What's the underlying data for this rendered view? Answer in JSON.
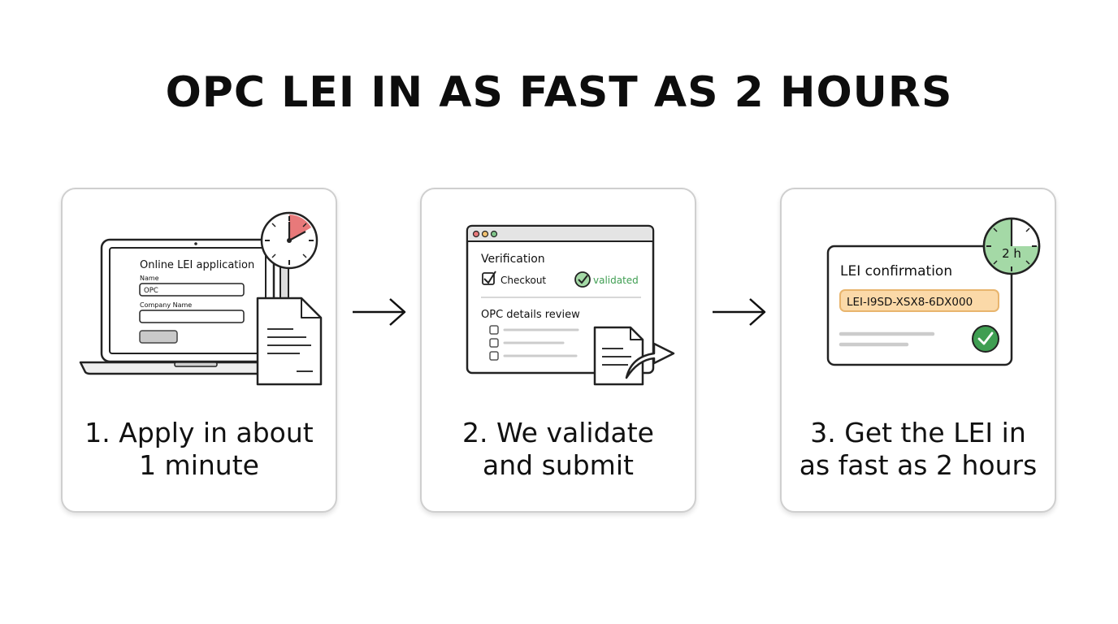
{
  "title": "OPC LEI IN AS FAST AS 2 HOURS",
  "colors": {
    "accent_red": "#e8797a",
    "accent_green": "#3f9e52",
    "light_green": "#a4d9a6",
    "lei_highlight": "#fbd9a8",
    "lei_border": "#e8b56e",
    "border_gray": "#cfcfcf"
  },
  "steps": [
    {
      "caption_line1": "1. Apply in about",
      "caption_line2": "1 minute",
      "form": {
        "title": "Online LEI application",
        "name_label": "Name",
        "name_value": "OPC",
        "company_label": "Company Name",
        "company_value": ""
      },
      "icons": [
        "laptop-icon",
        "stopwatch-icon",
        "document-icon"
      ]
    },
    {
      "caption_line1": "2. We validate",
      "caption_line2": "and submit",
      "window": {
        "heading": "Verification",
        "checkout_label": "Checkout",
        "validated_label": "validated",
        "review_heading": "OPC details review"
      },
      "icons": [
        "browser-window-icon",
        "checkbox-icon",
        "check-circle-icon",
        "document-icon",
        "forward-arrow-icon"
      ]
    },
    {
      "caption_line1": "3. Get the LEI in",
      "caption_line2": "as fast as 2 hours",
      "confirmation": {
        "heading": "LEI confirmation",
        "lei_code": "LEI-I9SD-XSX8-6DX000",
        "timer_label": "2 h"
      },
      "icons": [
        "clock-icon",
        "check-circle-icon"
      ]
    }
  ]
}
